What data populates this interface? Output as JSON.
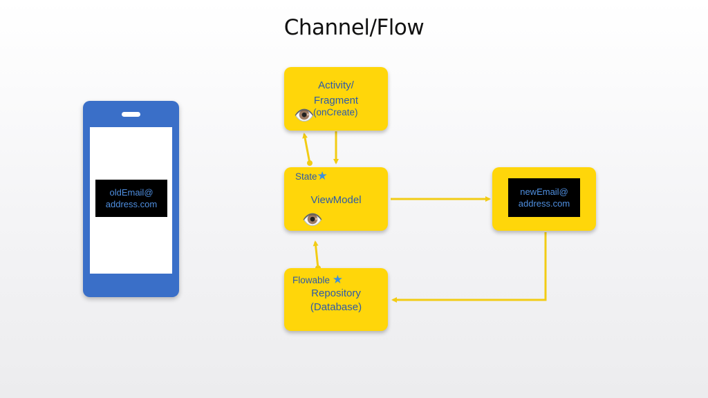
{
  "title": "Channel/Flow",
  "phone": {
    "email_line1": "oldEmail@",
    "email_line2": "address.com"
  },
  "nodes": {
    "activity": {
      "line1": "Activity/",
      "line2": "Fragment",
      "note": "(onCreate)",
      "eye": "👁️"
    },
    "viewmodel": {
      "label": "ViewModel",
      "tag": "State",
      "tag_star": "★",
      "eye": "👁️"
    },
    "repository": {
      "line1": "Repository",
      "line2": "(Database)",
      "tag": "Flowable",
      "tag_star": "★"
    },
    "new_email": {
      "line1": "newEmail@",
      "line2": "address.com"
    }
  },
  "colors": {
    "node": "#ffd60a",
    "arrow": "#f2cc14",
    "text": "#2c5aa8",
    "phone": "#3a6fc8",
    "star": "#3a8fe0"
  }
}
